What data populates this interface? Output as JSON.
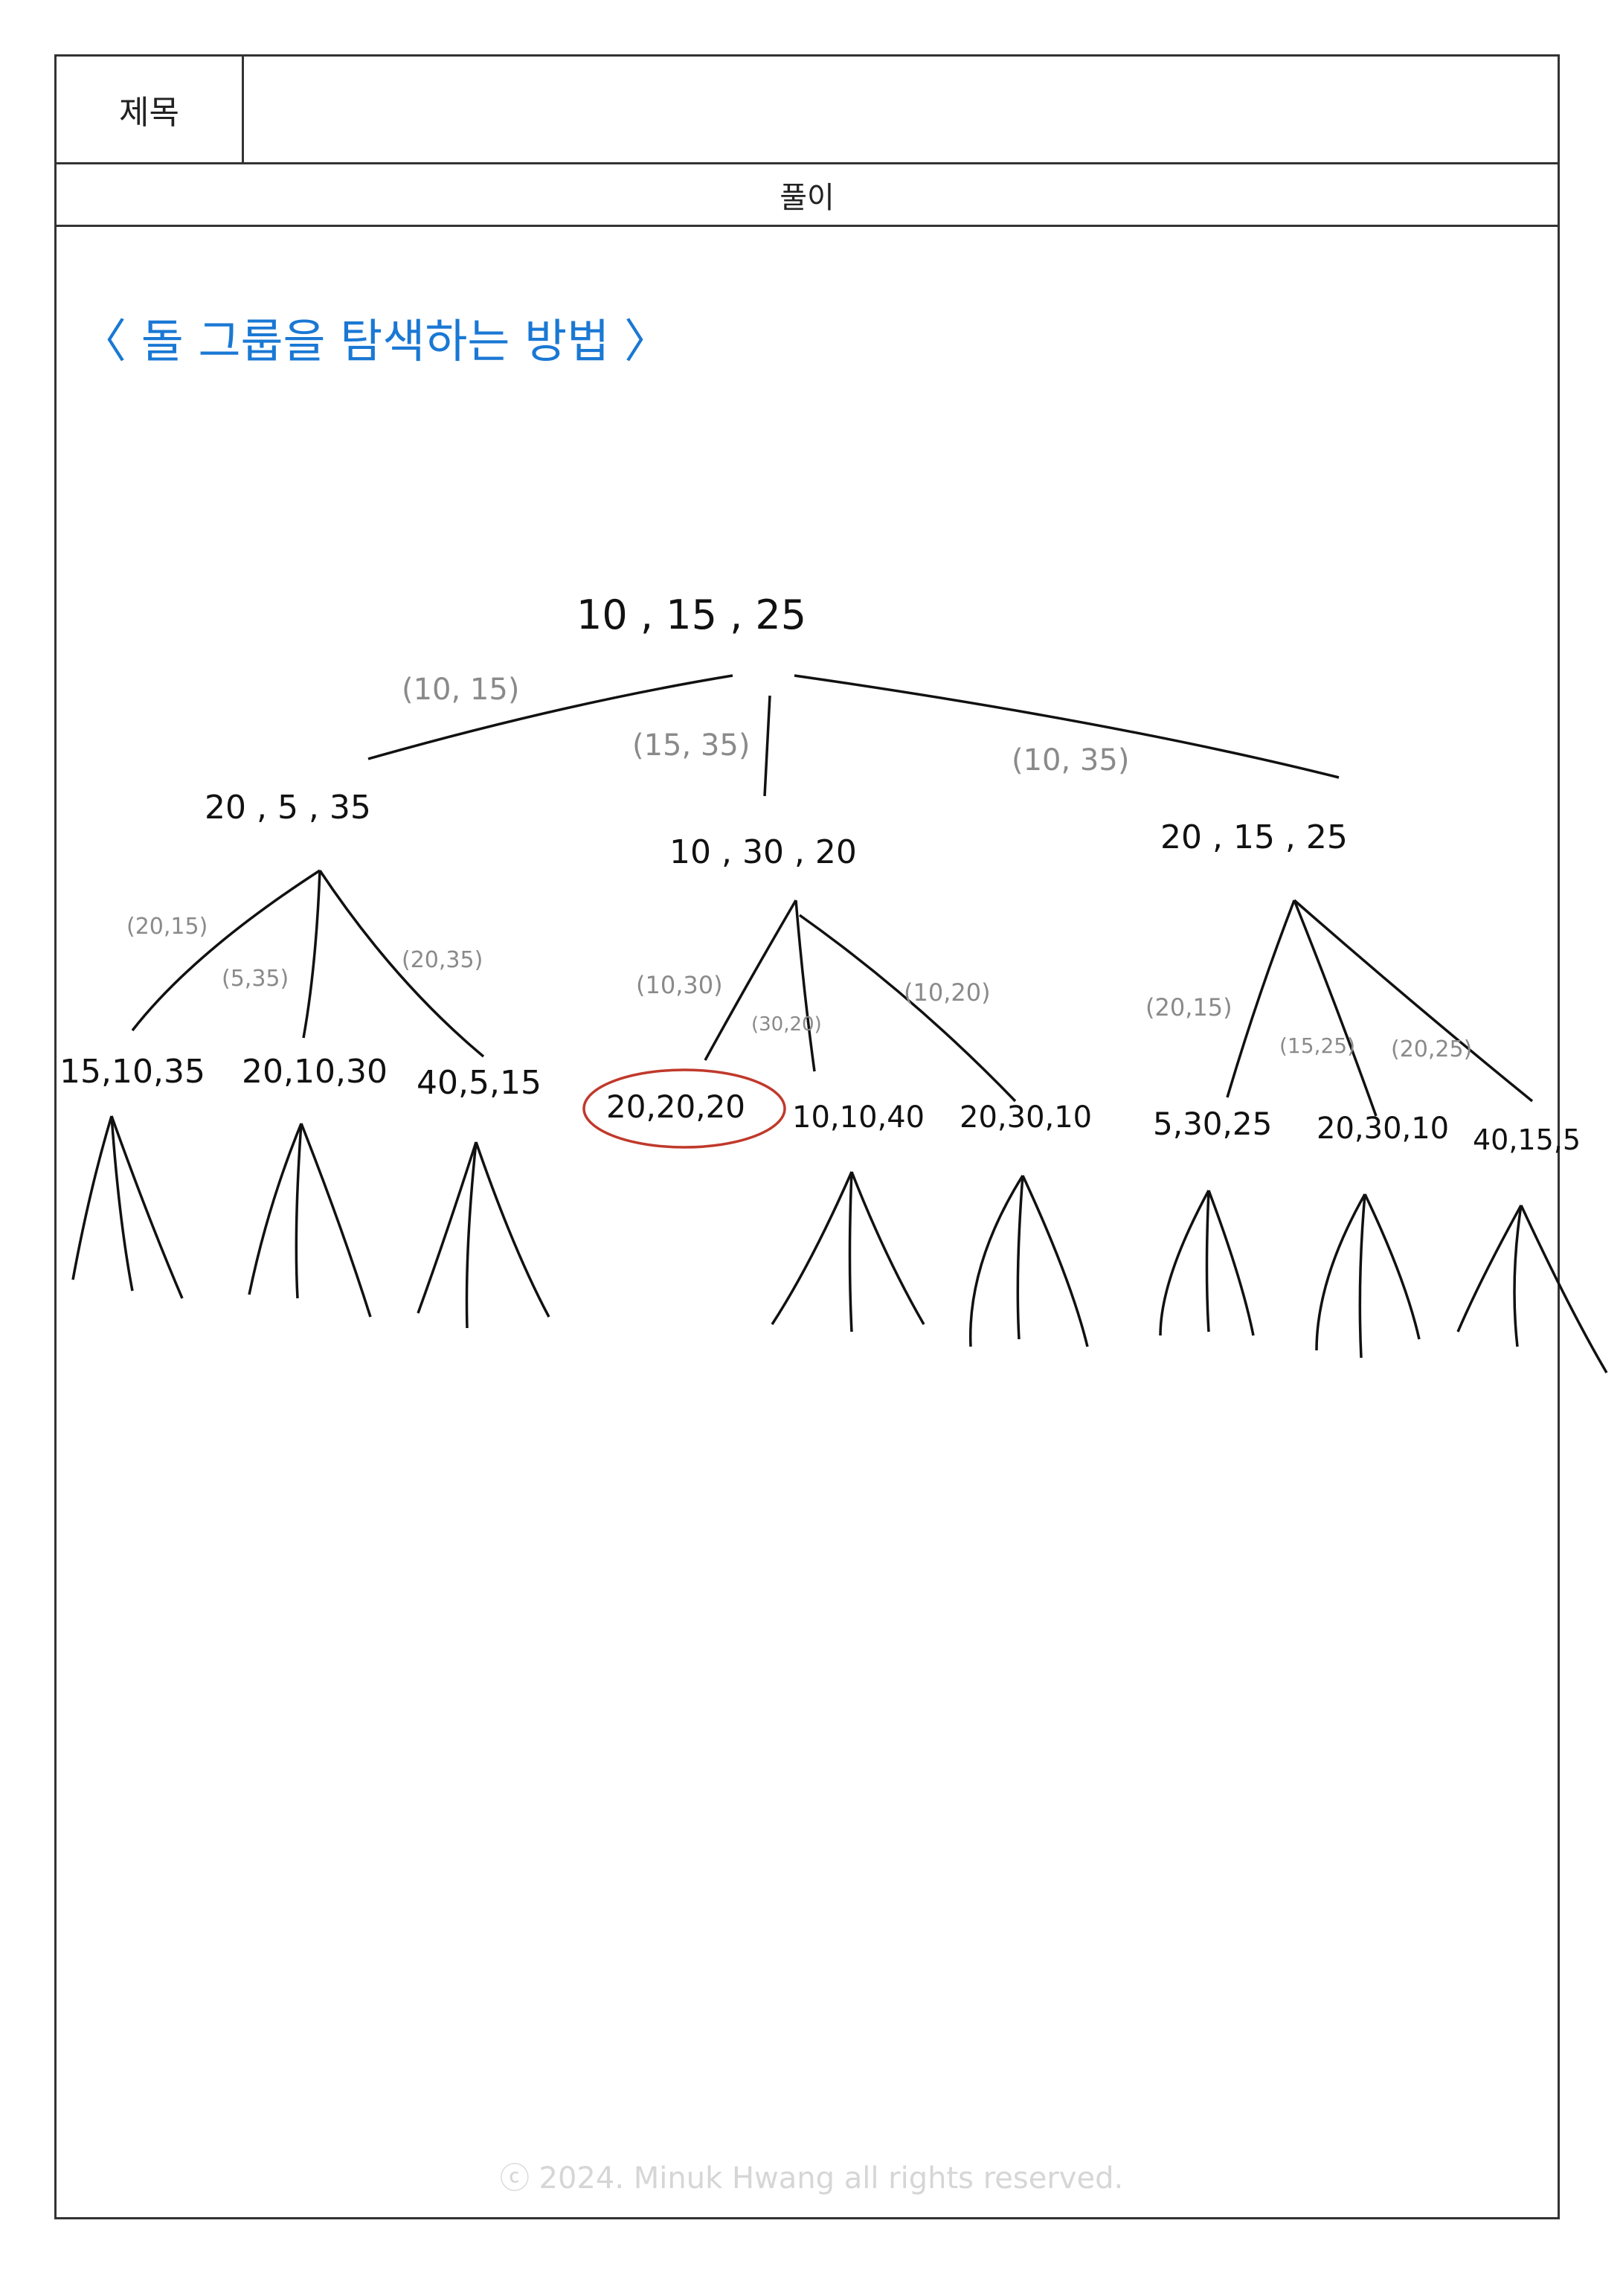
{
  "header": {
    "title_label": "제목",
    "title_value": ""
  },
  "section": {
    "solution_label": "풀이"
  },
  "note": {
    "heading": "〈 돌 그룹을 탐색하는 방법 〉",
    "root": "10 , 15 , 25",
    "level1": [
      {
        "edge": "(10, 15)",
        "node": "20 , 5 , 35"
      },
      {
        "edge": "(15, 35)",
        "node": "10 , 30 , 20"
      },
      {
        "edge": "(10, 35)",
        "node": "20 , 15 , 25"
      }
    ],
    "level2": [
      {
        "edge": "(20,15)",
        "node": "15,10,35"
      },
      {
        "edge": "(5,35)",
        "node": "20,10,30"
      },
      {
        "edge": "(20,35)",
        "node": "40,5,15"
      },
      {
        "edge": "(10,30)",
        "node": "20,20,20"
      },
      {
        "edge": "(30,20)",
        "node": "10,10,40"
      },
      {
        "edge": "(10,20)",
        "node": "20,30,10"
      },
      {
        "edge": "(20,15)",
        "node": "5,30,25"
      },
      {
        "edge": "(15,25)",
        "node": "20,30,10"
      },
      {
        "edge": "(20,25)",
        "node": "40,15,5"
      }
    ],
    "colors": {
      "heading": "#1a78d4",
      "ink": "#111111",
      "edge_label": "#8a8a8a",
      "highlight": "#c0392b"
    }
  },
  "footer": {
    "copyright": "ⓒ 2024. Minuk Hwang all rights reserved."
  }
}
